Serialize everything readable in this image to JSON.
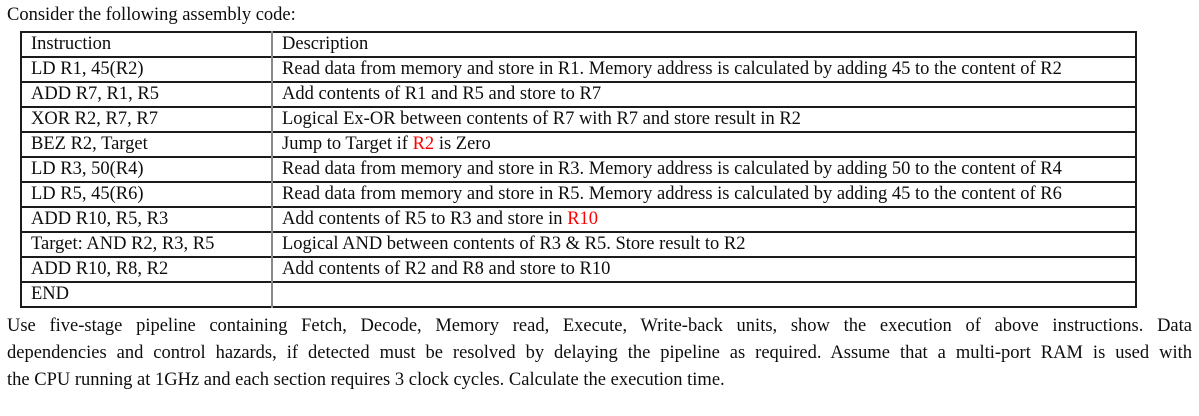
{
  "colors": {
    "highlight": "#ff0000",
    "text": "#0d0d0d",
    "table_border": "#1b1b1b",
    "column_divider": "#8a8a8a"
  },
  "intro": "Consider the following assembly code:",
  "table": {
    "headers": [
      "Instruction",
      "Description"
    ],
    "rows": [
      {
        "instruction": "LD R1, 45(R2)",
        "description": [
          {
            "text": "Read data from memory and store in R1. Memory address is calculated by adding 45 to the content of R2",
            "red": false
          }
        ]
      },
      {
        "instruction": "ADD R7, R1, R5",
        "description": [
          {
            "text": "Add contents of R1 and R5 and store to R7",
            "red": false
          }
        ]
      },
      {
        "instruction": "XOR R2, R7, R7",
        "description": [
          {
            "text": "Logical Ex-OR between contents of R7 with R7 and store result in R2",
            "red": false
          }
        ]
      },
      {
        "instruction": "BEZ R2, Target",
        "description": [
          {
            "text": "Jump to Target if ",
            "red": false
          },
          {
            "text": "R2",
            "red": true
          },
          {
            "text": " is Zero",
            "red": false
          }
        ]
      },
      {
        "instruction": "LD R3, 50(R4)",
        "description": [
          {
            "text": "Read data from memory and store in R3. Memory address is calculated by adding 50 to the content of R4",
            "red": false
          }
        ]
      },
      {
        "instruction": "LD R5, 45(R6)",
        "description": [
          {
            "text": "Read data from memory and store in R5. Memory address is calculated by adding 45 to the content of R6",
            "red": false
          }
        ]
      },
      {
        "instruction": "ADD R10, R5, R3",
        "description": [
          {
            "text": "Add contents of R5 to R3 and store in ",
            "red": false
          },
          {
            "text": "R10",
            "red": true
          }
        ]
      },
      {
        "instruction": "Target: AND R2, R3, R5",
        "description": [
          {
            "text": "Logical AND between contents of R3 & R5. Store result to R2",
            "red": false
          }
        ]
      },
      {
        "instruction": "ADD R10, R8, R2",
        "description": [
          {
            "text": "Add contents of R2 and R8 and store to R10",
            "red": false
          }
        ]
      },
      {
        "instruction": "END",
        "description": []
      }
    ]
  },
  "footer": {
    "lines": [
      "Use five-stage pipeline containing Fetch, Decode, Memory read, Execute, Write-back units, show the execution of above instructions. Data",
      "dependencies and control hazards, if detected must be resolved by delaying the pipeline as required. Assume that a multi-port RAM is used with",
      "the CPU running at 1GHz and each section requires 3 clock cycles. Calculate the execution time."
    ]
  }
}
